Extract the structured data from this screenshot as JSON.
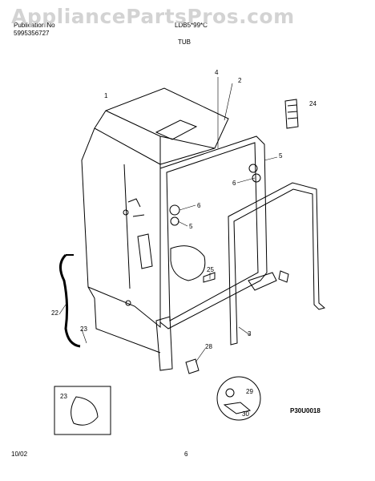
{
  "header": {
    "publication": "Publication No",
    "publication_no": "5995356727",
    "model": "LDB5*99*C",
    "section": "TUB"
  },
  "watermark": "AppliancePartsPros.com",
  "callouts": [
    "1",
    "2",
    "4",
    "24",
    "5",
    "6",
    "6",
    "5",
    "25",
    "22",
    "23",
    "3",
    "28",
    "29",
    "30",
    "23"
  ],
  "drawing_code": "P30U0018",
  "footer": {
    "date": "10/02",
    "page": "6"
  }
}
